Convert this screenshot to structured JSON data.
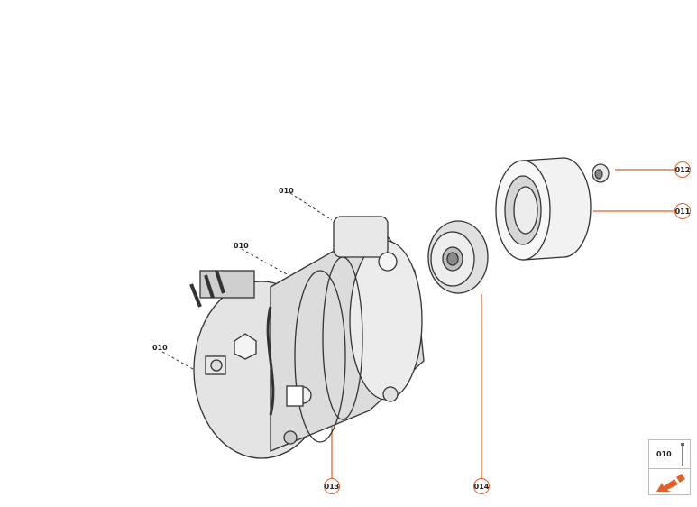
{
  "diagram": {
    "type": "exploded-parts-view",
    "subject": "A/C compressor assembly",
    "accent_color": "#e0622a",
    "callouts": [
      {
        "id": "012",
        "label": "012"
      },
      {
        "id": "011",
        "label": "011"
      },
      {
        "id": "013",
        "label": "013"
      },
      {
        "id": "014",
        "label": "014"
      }
    ],
    "fastener_labels": [
      {
        "label": "010"
      },
      {
        "label": "010"
      },
      {
        "label": "010"
      }
    ],
    "legend": {
      "code": "010",
      "icon": "bolt-icon",
      "action_icon": "arrow-down-left-icon"
    }
  }
}
